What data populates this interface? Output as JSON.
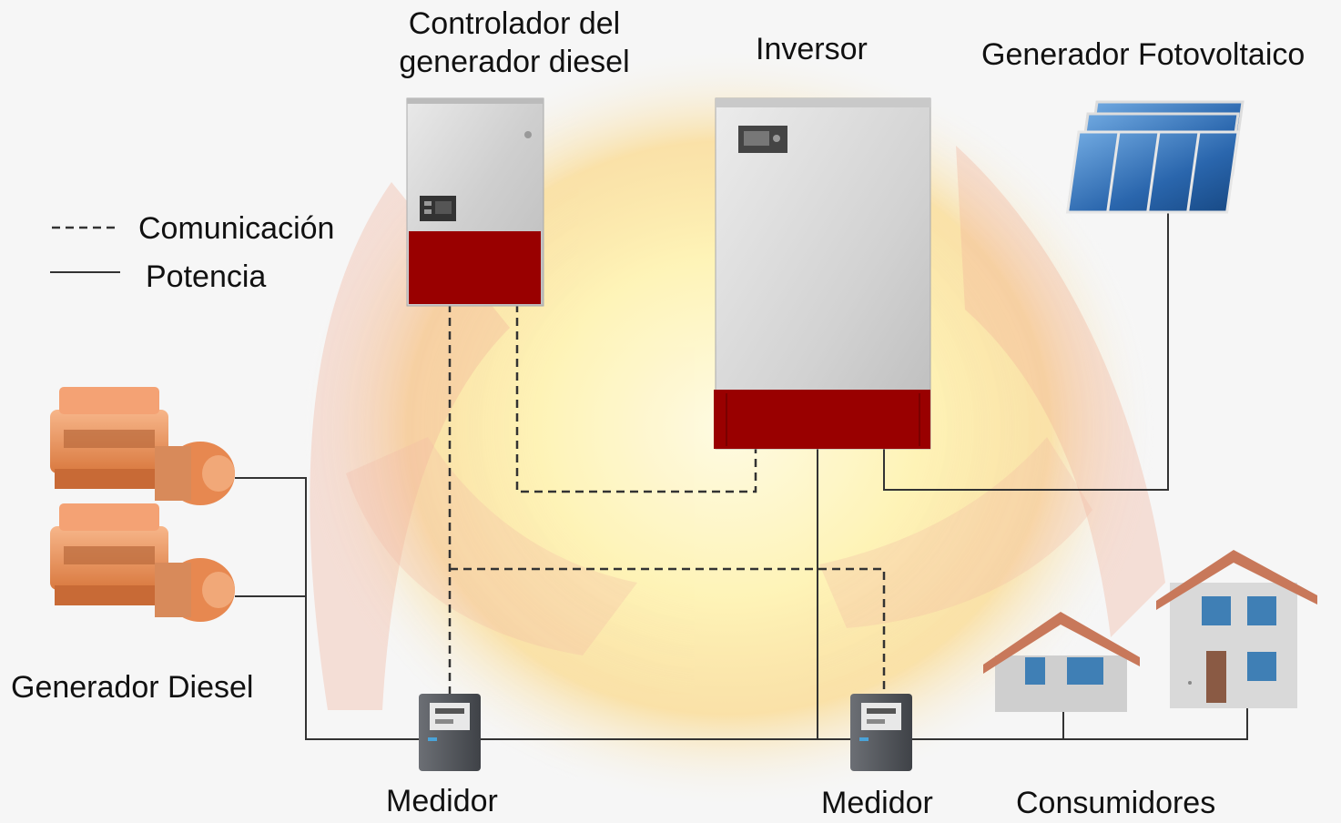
{
  "labels": {
    "controller_line1": "Controlador del",
    "controller_line2": "generador diesel",
    "inverter": "Inversor",
    "pv": "Generador Fotovoltaico",
    "diesel": "Generador Diesel",
    "meter_left": "Medidor",
    "meter_right": "Medidor",
    "consumers": "Consumidores"
  },
  "legend": {
    "communication": "Comunicación",
    "power": "Potencia"
  },
  "colors": {
    "accent_red": "#990000",
    "cabinet_grey": "#d6d6d6",
    "engine_orange": "#e8925a",
    "panel_blue": "#2e6fb4",
    "line": "#333333",
    "background": "#f6f6f6"
  }
}
